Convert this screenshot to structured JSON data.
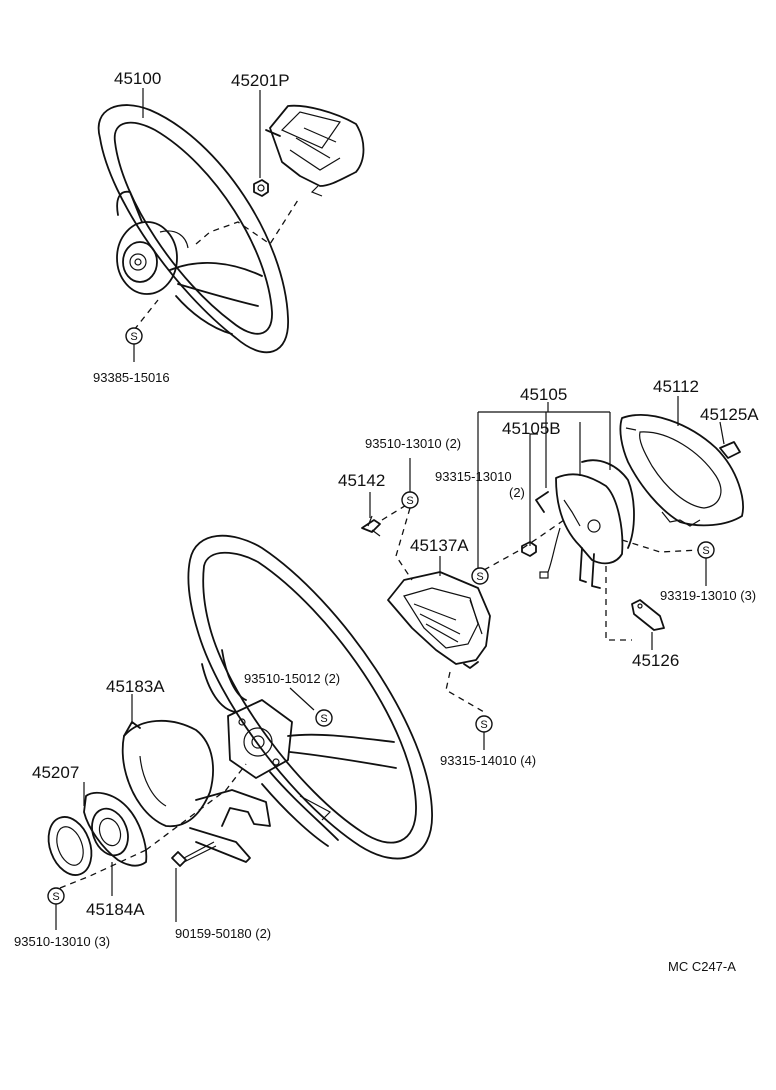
{
  "figure_code": "MC  C247-A",
  "standard_part_symbol": "S",
  "labels": {
    "p45100": "45100",
    "p45201P": "45201P",
    "p93385": "93385-15016",
    "p45105": "45105",
    "p45112": "45112",
    "p45105B": "45105B",
    "p45125A": "45125A",
    "p93510_2": "93510-13010 (2)",
    "p93315_13010": "93315-13010",
    "p93315_13010_qty": "(2)",
    "p45142": "45142",
    "p45137A": "45137A",
    "p93319": "93319-13010 (3)",
    "p45126": "45126",
    "p45183A": "45183A",
    "p93510_15012": "93510-15012 (2)",
    "p93315_14010": "93315-14010 (4)",
    "p45207": "45207",
    "p45184A": "45184A",
    "p93510_3": "93510-13010 (3)",
    "p90159": "90159-50180 (2)"
  }
}
